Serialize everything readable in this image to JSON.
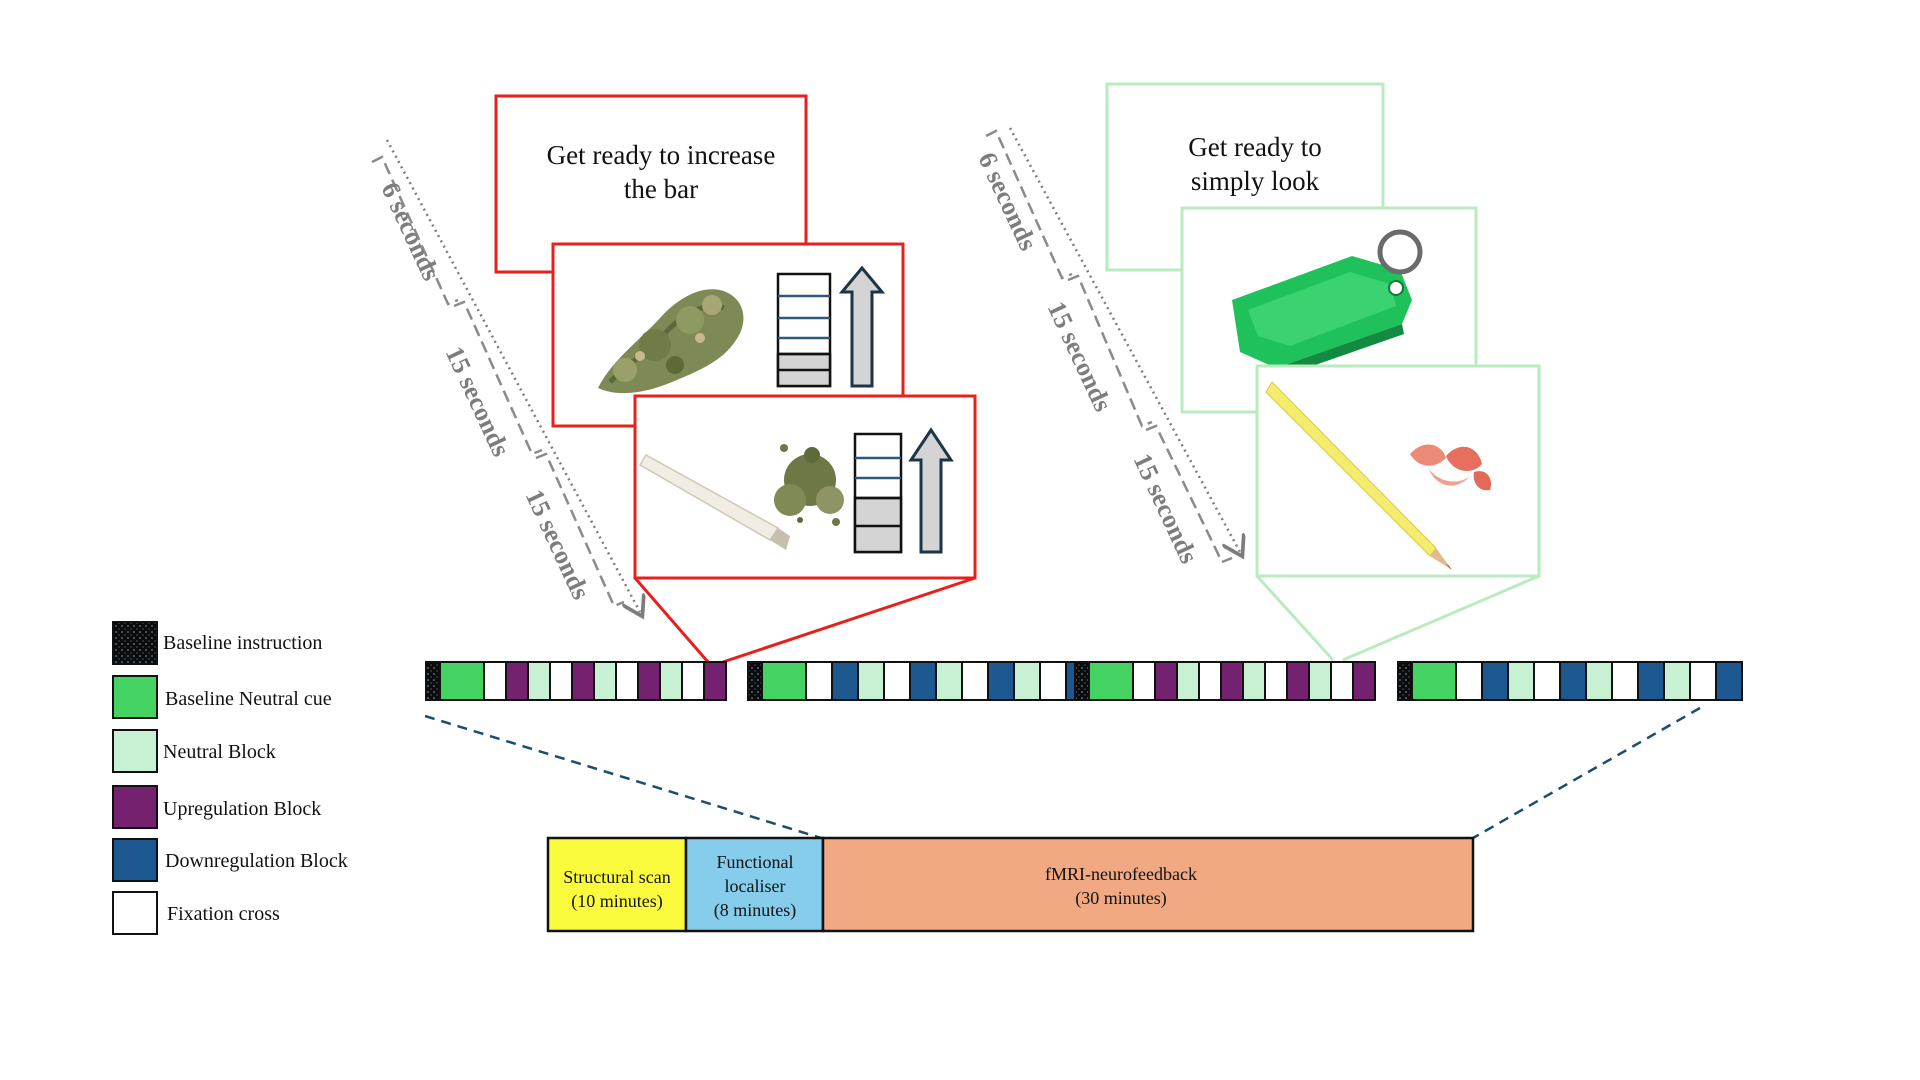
{
  "colors": {
    "baseline_instruction": "#0b0b0b",
    "baseline_neutral_cue": "#44d362",
    "neutral_block": "#c8f0d2",
    "upregulation_block": "#74226f",
    "downregulation_block": "#1e5890",
    "fixation_cross": "#ffffff",
    "up_frame": "#e8201c",
    "look_frame": "#b9ebbf",
    "structural": "#fbfb3e",
    "localiser": "#86cdec",
    "neurofeedback": "#f0a983",
    "dash_line": "#1b4e6e",
    "timeline_gray": "#7d7d7d"
  },
  "legend": {
    "baseline_instruction": "Baseline instruction",
    "baseline_neutral_cue": "Baseline Neutral cue",
    "neutral_block": "Neutral Block",
    "upregulation_block": "Upregulation Block",
    "downregulation_block": "Downregulation Block",
    "fixation_cross": "Fixation cross"
  },
  "upregulation_trial": {
    "instruction": [
      "Get ready to increase",
      "the bar"
    ],
    "timeline": [
      "6 seconds",
      "15 seconds",
      "15 seconds"
    ],
    "images": [
      "cannabis-bud-image",
      "joint-and-cannabis-image"
    ]
  },
  "neutral_trial": {
    "instruction": [
      "Get ready to",
      "simply look"
    ],
    "timeline": [
      "6 seconds",
      "15 seconds",
      "15 seconds"
    ],
    "images": [
      "green-keytag-image",
      "pencil-and-shavings-image"
    ]
  },
  "runs": [
    [
      "I",
      "C",
      "F",
      "U",
      "N",
      "F",
      "U",
      "N",
      "F",
      "U",
      "N",
      "F",
      "U"
    ],
    [
      "I",
      "C",
      "F",
      "D",
      "N",
      "F",
      "D",
      "N",
      "F",
      "D",
      "N",
      "F",
      "D"
    ],
    [
      "I",
      "C",
      "F",
      "U",
      "N",
      "F",
      "U",
      "N",
      "F",
      "U",
      "N",
      "F",
      "U"
    ],
    [
      "I",
      "C",
      "F",
      "D",
      "N",
      "F",
      "D",
      "N",
      "F",
      "D",
      "N",
      "F",
      "D"
    ]
  ],
  "session": {
    "structural": [
      "Structural scan",
      "(10 minutes)"
    ],
    "localiser": [
      "Functional",
      "localiser",
      "(8 minutes)"
    ],
    "neurofeedback": [
      "fMRI-neurofeedback",
      "(30 minutes)"
    ]
  }
}
